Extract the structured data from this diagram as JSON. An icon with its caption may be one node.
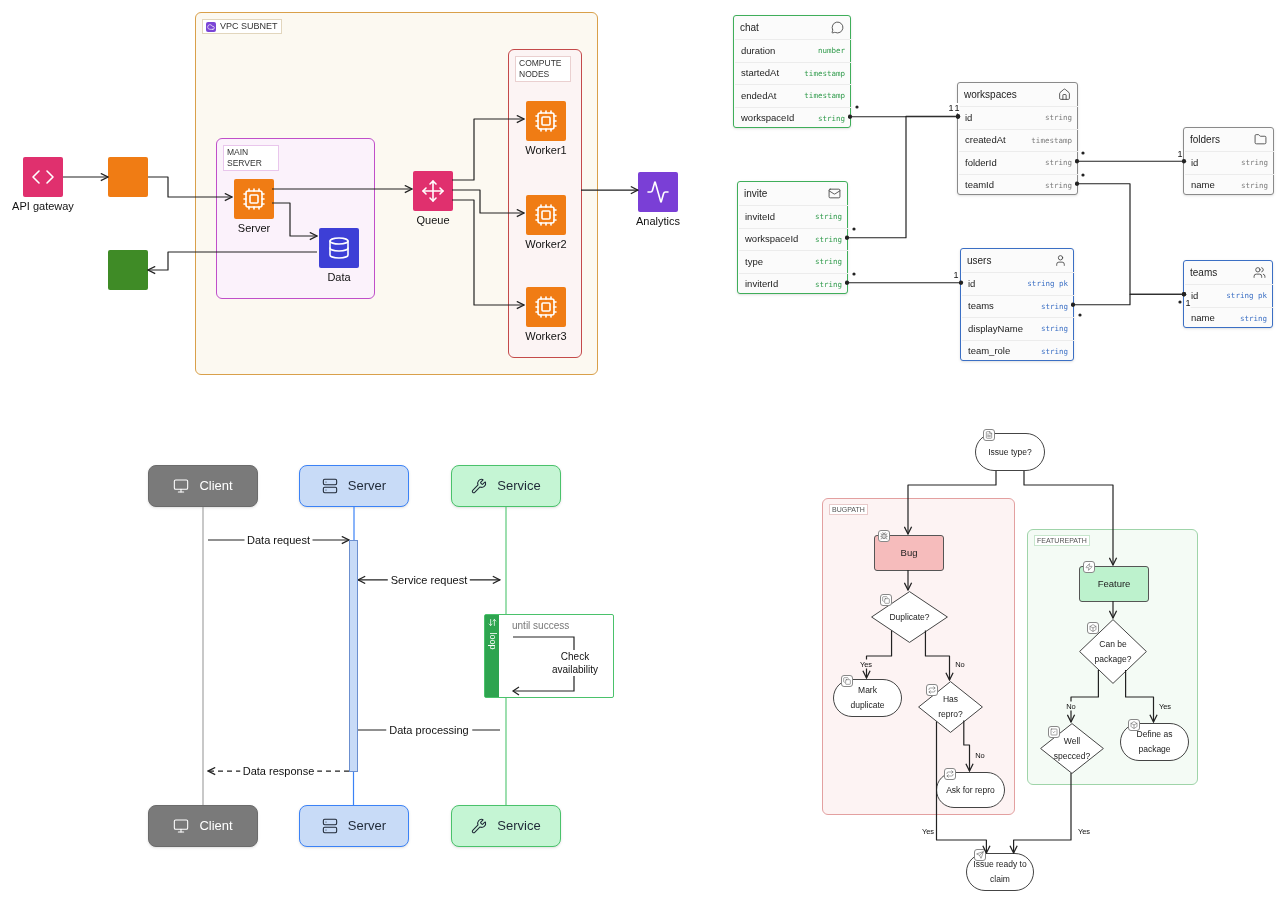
{
  "diagram": {
    "nodes": [
      {
        "text": [
          "VPC SUBNET"
        ]
      },
      {
        "text": [
          "MAIN SERVER"
        ],
        "in": 0
      },
      {
        "text": [
          "COMPUTE NODES"
        ],
        "in": 0
      },
      {
        "text": [
          "API gateway"
        ]
      },
      {
        "text": [],
        "shape": "box"
      },
      {
        "text": [
          "Server"
        ],
        "in": 1
      },
      {
        "text": [
          "Data"
        ],
        "in": 1
      },
      {
        "text": [],
        "shape": "box"
      },
      {
        "text": [
          "Queue"
        ],
        "in": 0
      },
      {
        "text": [
          "Worker1"
        ],
        "in": 2
      },
      {
        "text": [
          "Worker2"
        ],
        "in": 2
      },
      {
        "text": [
          "Worker3"
        ],
        "in": 2
      },
      {
        "text": [
          "Analytics"
        ]
      },
      {
        "text": [
          "chat"
        ]
      },
      {
        "text": [
          "duration",
          "number"
        ],
        "in": 13
      },
      {
        "text": [
          "startedAt",
          "timestamp"
        ],
        "in": 13
      },
      {
        "text": [
          "endedAt",
          "timestamp"
        ],
        "in": 13
      },
      {
        "text": [
          "workspaceId",
          "string"
        ],
        "in": 13
      },
      {
        "text": [
          "workspaces"
        ]
      },
      {
        "text": [
          "id",
          "string"
        ],
        "in": 18
      },
      {
        "text": [
          "createdAt",
          "timestamp"
        ],
        "in": 18
      },
      {
        "text": [
          "folderId",
          "string"
        ],
        "in": 18
      },
      {
        "text": [
          "teamId",
          "string"
        ],
        "in": 18
      },
      {
        "text": [
          "folders"
        ]
      },
      {
        "text": [
          "id",
          "string"
        ],
        "in": 23
      },
      {
        "text": [
          "name",
          "string"
        ],
        "in": 23
      },
      {
        "text": [
          "invite"
        ]
      },
      {
        "text": [
          "inviteId",
          "string"
        ],
        "in": 26
      },
      {
        "text": [
          "workspaceId",
          "string"
        ],
        "in": 26
      },
      {
        "text": [
          "type",
          "string"
        ],
        "in": 26
      },
      {
        "text": [
          "inviterId",
          "string"
        ],
        "in": 26
      },
      {
        "text": [
          "users"
        ]
      },
      {
        "text": [
          "id",
          "string pk"
        ],
        "in": 31
      },
      {
        "text": [
          "teams",
          "string"
        ],
        "in": 31
      },
      {
        "text": [
          "displayName",
          "string"
        ],
        "in": 31
      },
      {
        "text": [
          "team_role",
          "string"
        ],
        "in": 31
      },
      {
        "text": [
          "teams"
        ]
      },
      {
        "text": [
          "id",
          "string pk"
        ],
        "in": 36
      },
      {
        "text": [
          "name",
          "string"
        ],
        "in": 36
      },
      {
        "text": [
          "Client"
        ]
      },
      {
        "text": [
          "Server"
        ]
      },
      {
        "text": [
          "Service"
        ]
      },
      {
        "text": [],
        "shape": "bar"
      },
      {
        "text": [
          "loop",
          "until success",
          "Check availability"
        ]
      },
      {
        "text": [
          "Client"
        ]
      },
      {
        "text": [
          "Server"
        ]
      },
      {
        "text": [
          "Service"
        ]
      },
      {
        "text": [
          "Issue type?"
        ]
      },
      {
        "text": [
          "BUGPATH"
        ]
      },
      {
        "text": [
          "Bug"
        ],
        "in": 48
      },
      {
        "text": [
          "Duplicate?"
        ],
        "in": 48
      },
      {
        "text": [
          "Mark duplicate"
        ],
        "in": 48
      },
      {
        "text": [
          "Has repro?"
        ],
        "in": 48
      },
      {
        "text": [
          "Ask for repro"
        ],
        "in": 48
      },
      {
        "text": [
          "FEATUREPATH"
        ]
      },
      {
        "text": [
          "Feature"
        ],
        "in": 54
      },
      {
        "text": [
          "Can be package?"
        ],
        "in": 54
      },
      {
        "text": [
          "Well specced?"
        ],
        "in": 54
      },
      {
        "text": [
          "Define as package"
        ],
        "in": 54
      },
      {
        "text": [
          "Issue ready to claim"
        ]
      }
    ],
    "edges": [
      {
        "from": 3,
        "to": 4,
        "arrow": "to"
      },
      {
        "from": 4,
        "to": 5,
        "arrow": "to"
      },
      {
        "from": 5,
        "to": 8,
        "arrow": "to"
      },
      {
        "from": 5,
        "to": 6,
        "arrow": "to"
      },
      {
        "from": 6,
        "to": 7,
        "arrow": "to"
      },
      {
        "from": 8,
        "to": 9,
        "arrow": "to"
      },
      {
        "from": 8,
        "to": 10,
        "arrow": "to"
      },
      {
        "from": 8,
        "to": 11,
        "arrow": "to"
      },
      {
        "from": 2,
        "to": 12,
        "arrow": "to"
      },
      {
        "from": 17,
        "to": 19,
        "arrow": "other",
        "label": "1"
      },
      {
        "from": 28,
        "to": 19,
        "arrow": "other",
        "label": "1"
      },
      {
        "from": 21,
        "to": 24,
        "arrow": "other",
        "label": "1"
      },
      {
        "from": 22,
        "to": 37,
        "arrow": "other",
        "label": "1"
      },
      {
        "from": 30,
        "to": 32,
        "arrow": "other",
        "label": "1"
      },
      {
        "from": 33,
        "to": 37,
        "arrow": "other"
      },
      {
        "from": 39,
        "to": 44,
        "arrow": "none",
        "color": "#a3a3a3"
      },
      {
        "from": 40,
        "to": 42,
        "arrow": "none",
        "color": "#3b82f6"
      },
      {
        "from": 41,
        "to": 43,
        "arrow": "none",
        "color": "#5cc97a"
      },
      {
        "from": null,
        "to": 42,
        "arrow": "to",
        "label": "Data request"
      },
      {
        "from": 42,
        "to": null,
        "arrow": "both",
        "label": "Service request"
      },
      {
        "from": 42,
        "to": null,
        "arrow": "none",
        "label": "Data processing"
      },
      {
        "from": 42,
        "to": null,
        "arrow": "to",
        "label": "Data response",
        "style": "dashed"
      },
      {
        "from": 47,
        "to": 49,
        "arrow": "to"
      },
      {
        "from": 47,
        "to": 55,
        "arrow": "to"
      },
      {
        "from": 49,
        "to": 50,
        "arrow": "to"
      },
      {
        "from": 50,
        "to": 51,
        "arrow": "to",
        "label": "Yes"
      },
      {
        "from": 50,
        "to": 52,
        "arrow": "to",
        "label": "No"
      },
      {
        "from": 52,
        "to": 53,
        "arrow": "to",
        "label": "No"
      },
      {
        "from": 52,
        "to": 59,
        "arrow": "to",
        "label": "Yes"
      },
      {
        "from": 55,
        "to": 56,
        "arrow": "to"
      },
      {
        "from": 56,
        "to": 57,
        "arrow": "to",
        "label": "No"
      },
      {
        "from": 56,
        "to": 58,
        "arrow": "to",
        "label": "Yes"
      },
      {
        "from": 57,
        "to": 59,
        "arrow": "to",
        "label": "Yes"
      },
      {
        "from": 42,
        "to": 45,
        "arrow": "none",
        "color": "#3b82f6"
      },
      {
        "from": 43,
        "to": 46,
        "arrow": "none",
        "color": "#5cc97a"
      }
    ]
  }
}
